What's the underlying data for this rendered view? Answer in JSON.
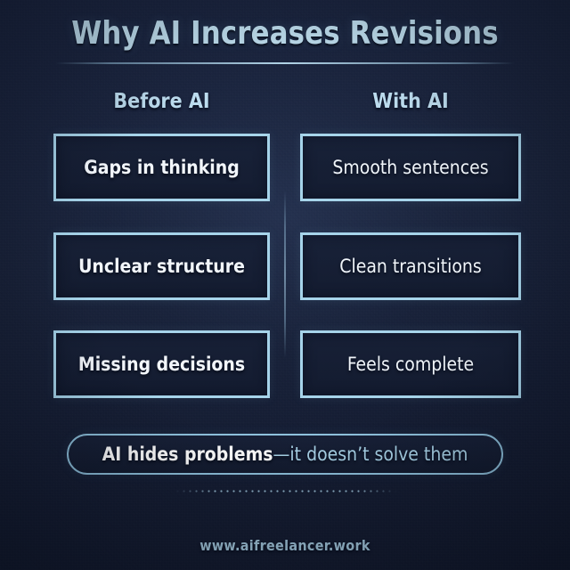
{
  "background_color": "#192239",
  "accent_color": "#a6d4ea",
  "title": "Why AI Increases Revisions",
  "columns": {
    "left_header": "Before AI",
    "right_header": "With AI"
  },
  "rows": [
    {
      "before": "Gaps in thinking",
      "with": "Smooth sentences"
    },
    {
      "before": "Unclear structure",
      "with": "Clean transitions"
    },
    {
      "before": "Missing decisions",
      "with": "Feels complete"
    }
  ],
  "callout": {
    "strong": "AI hides problems",
    "rest": "—it doesn’t solve them"
  },
  "footer": {
    "url": "www.aifreelancer.work"
  }
}
